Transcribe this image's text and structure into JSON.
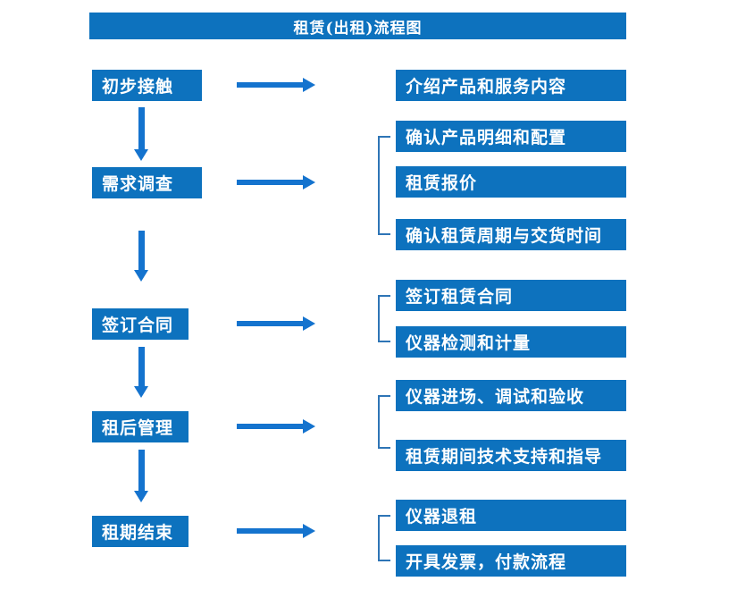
{
  "title": "租赁(出租)流程图",
  "colors": {
    "box_blue": "#0d72be",
    "arrow_blue": "#1473ce",
    "bracket_blue": "#2e75b6",
    "text_white": "#ffffff"
  },
  "steps": [
    {
      "label": "初步接触",
      "details": [
        "介绍产品和服务内容"
      ]
    },
    {
      "label": "需求调查",
      "details": [
        "确认产品明细和配置",
        "租赁报价",
        "确认租赁周期与交货时间"
      ]
    },
    {
      "label": "签订合同",
      "details": [
        "签订租赁合同",
        "仪器检测和计量"
      ]
    },
    {
      "label": "租后管理",
      "details": [
        "仪器进场、调试和验收",
        "租赁期间技术支持和指导"
      ]
    },
    {
      "label": "租期结束",
      "details": [
        "仪器退租",
        "开具发票，付款流程"
      ]
    }
  ]
}
